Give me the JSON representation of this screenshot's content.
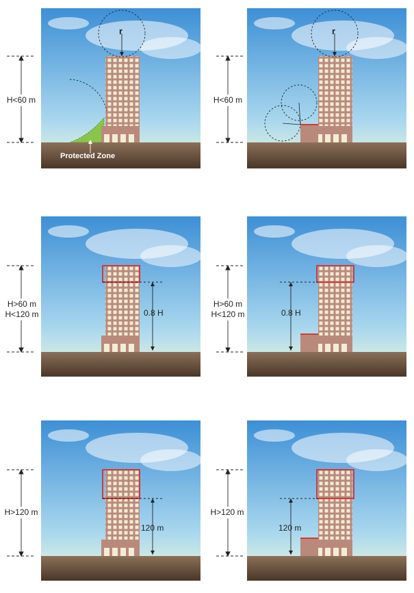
{
  "panels": [
    {
      "id": "p1",
      "height_label": [
        "H<60 m"
      ],
      "radius_label": "r",
      "zone_label": "Protected Zone",
      "inner_label": ""
    },
    {
      "id": "p2",
      "height_label": [
        "H<60 m"
      ],
      "radius_label": "r",
      "zone_label": "",
      "inner_label": ""
    },
    {
      "id": "p3",
      "height_label": [
        "H>60 m",
        "H<120 m"
      ],
      "radius_label": "",
      "zone_label": "",
      "inner_label": "0.8 H"
    },
    {
      "id": "p4",
      "height_label": [
        "H>60 m",
        "H<120 m"
      ],
      "radius_label": "",
      "zone_label": "",
      "inner_label": "0.8 H"
    },
    {
      "id": "p5",
      "height_label": [
        "H>120 m"
      ],
      "radius_label": "",
      "zone_label": "",
      "inner_label": "120 m"
    },
    {
      "id": "p6",
      "height_label": [
        "H>120 m"
      ],
      "radius_label": "",
      "zone_label": "",
      "inner_label": "120 m"
    }
  ],
  "colors": {
    "sky_top": "#3d8fd6",
    "sky_bottom": "#e9f6dd",
    "ground_top": "#8a7058",
    "ground_bottom": "#4a3628",
    "building": "#b98a7b",
    "window": "#f3ecd6",
    "highlight": "#d23a3a",
    "zone": "#8bc44a"
  }
}
